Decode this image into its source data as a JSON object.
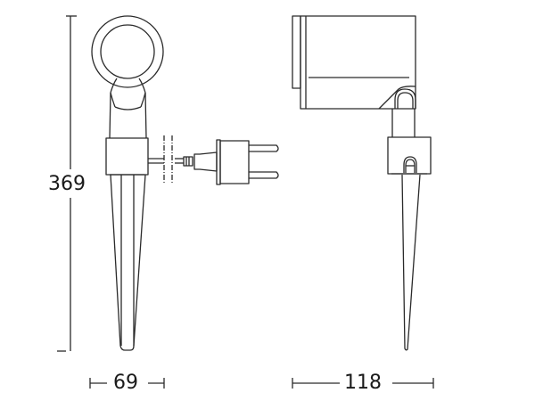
{
  "drawing": {
    "type": "product dimension drawing",
    "views": [
      {
        "name": "front view",
        "components": [
          "lamp head ring",
          "neck",
          "collar",
          "spike",
          "cable",
          "plug"
        ]
      },
      {
        "name": "side view",
        "components": [
          "lamp housing",
          "hinge",
          "collar",
          "spike"
        ]
      }
    ],
    "line_color": "#2a2a2a"
  },
  "dimensions": {
    "height": {
      "value": "369",
      "orientation": "vertical"
    },
    "front_width": {
      "value": "69",
      "orientation": "horizontal"
    },
    "side_width": {
      "value": "118",
      "orientation": "horizontal"
    }
  }
}
